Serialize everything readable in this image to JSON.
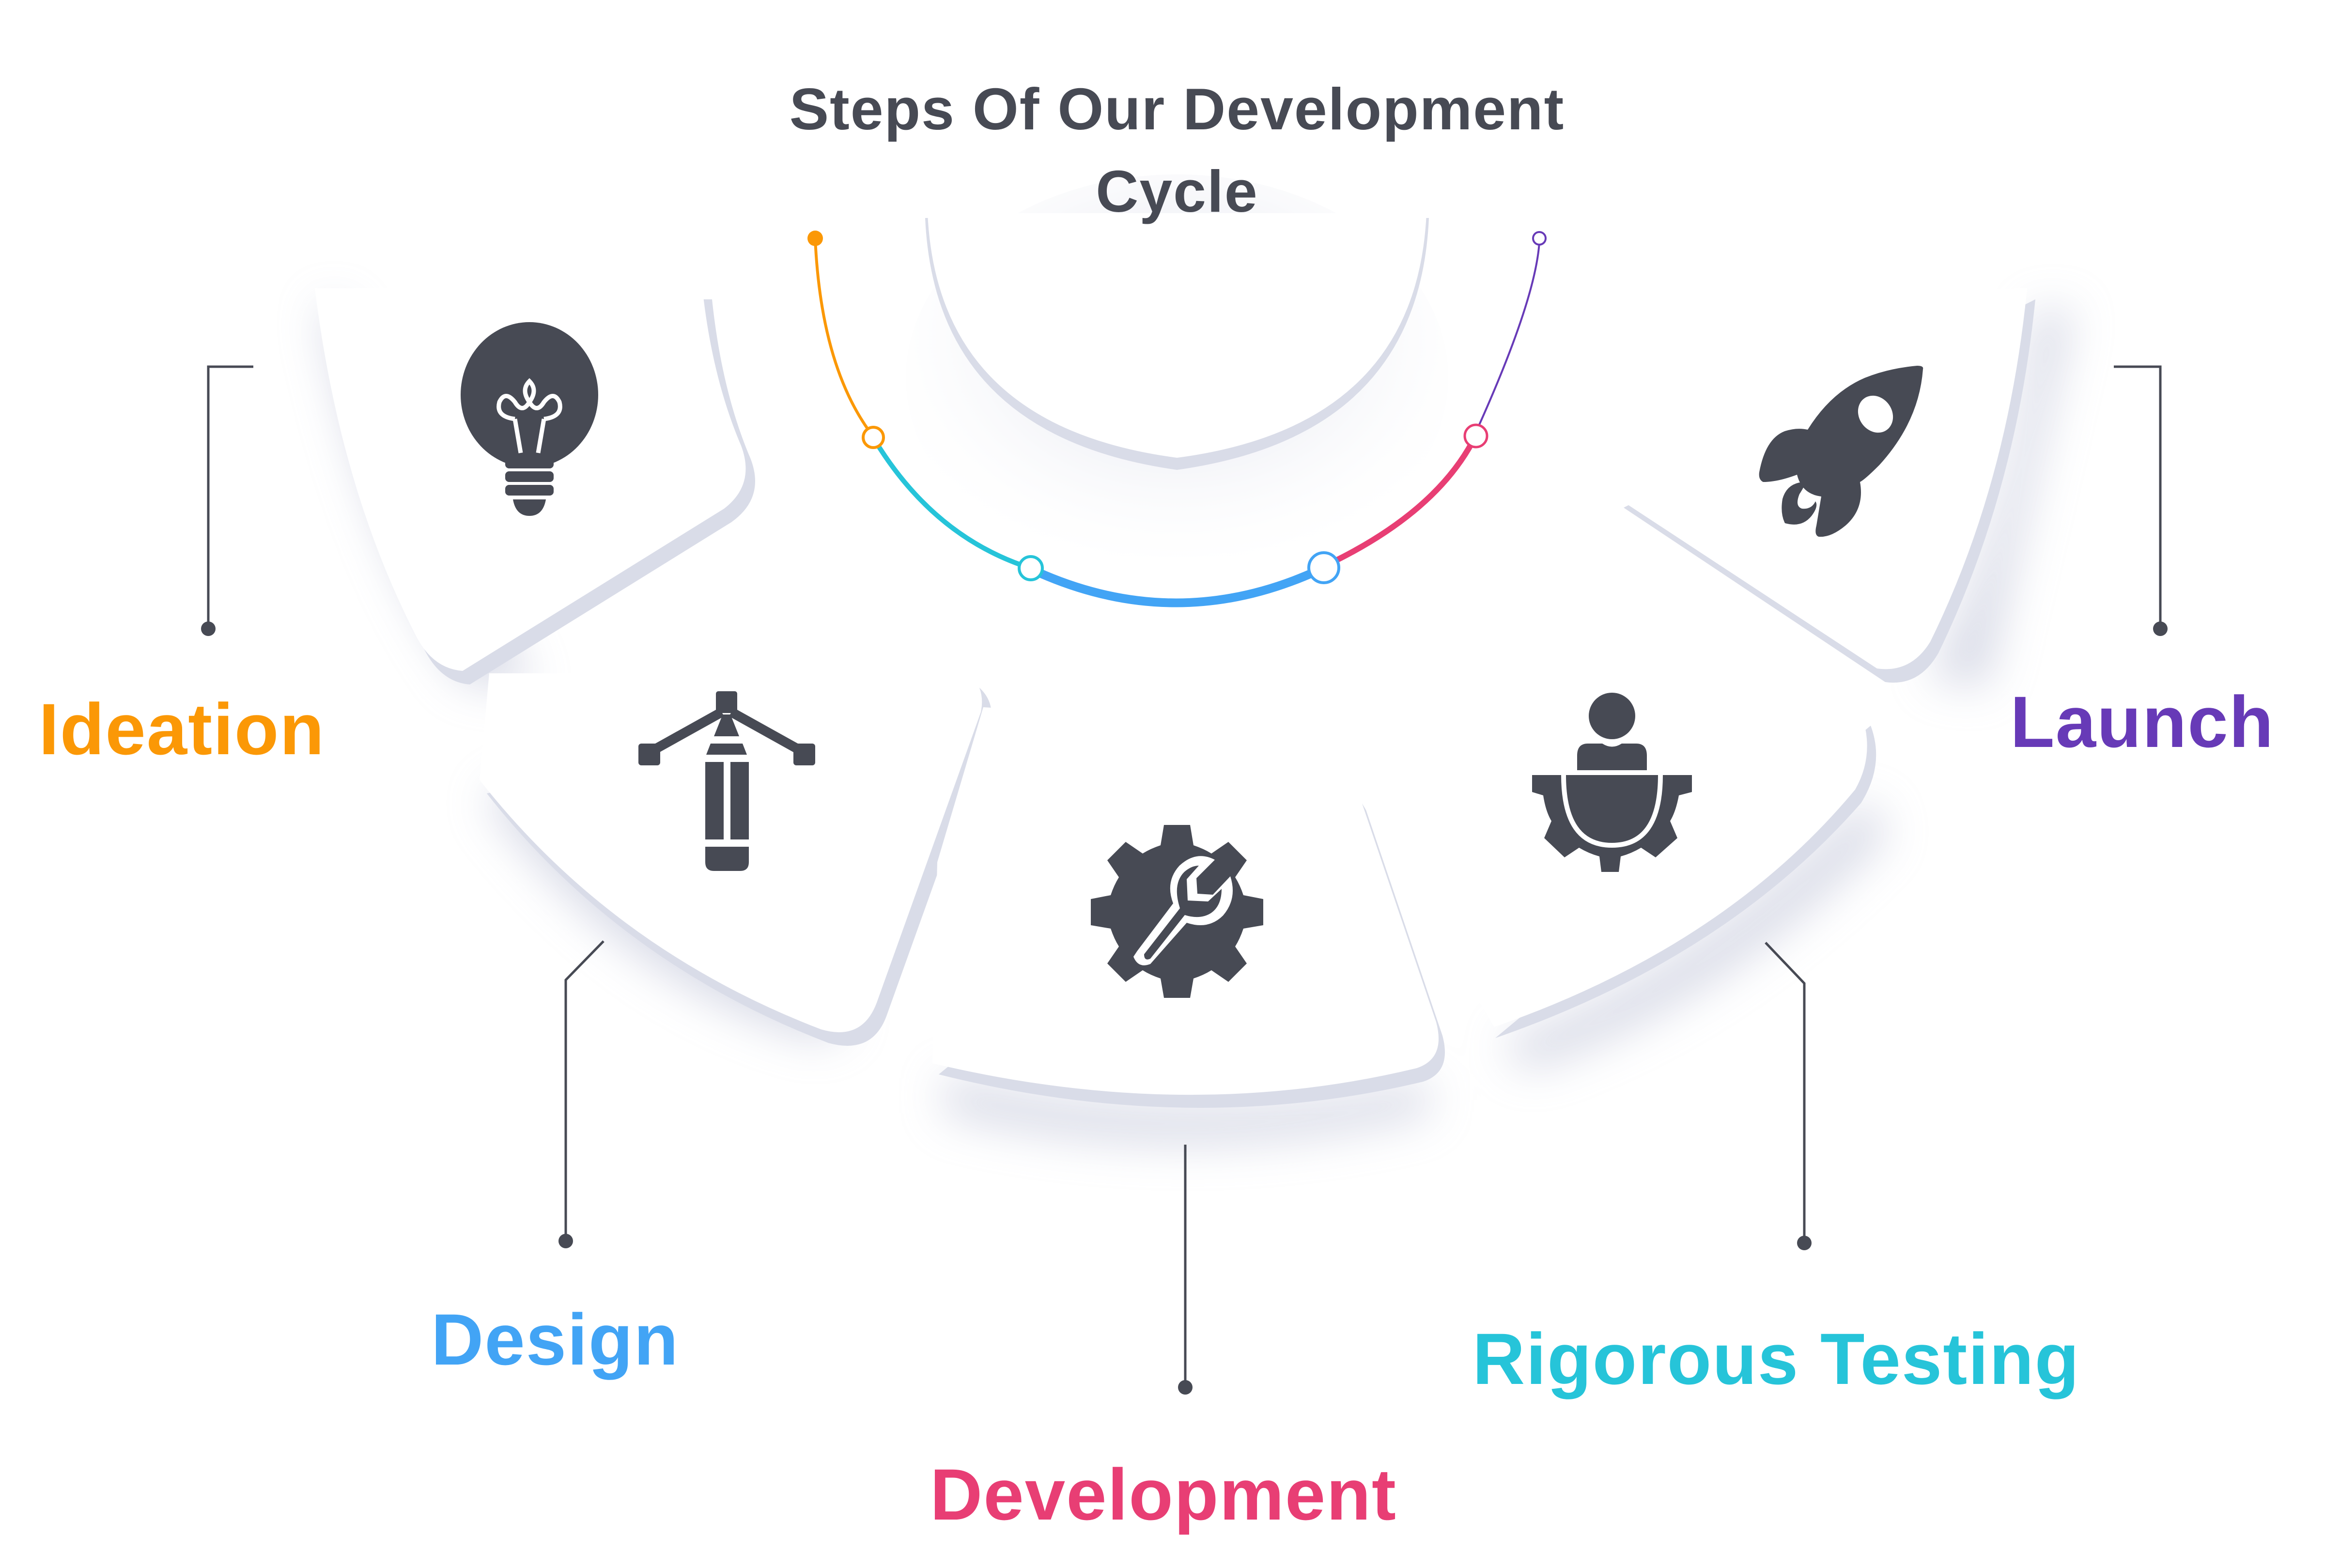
{
  "title": {
    "line1": "Steps Of Our Development",
    "line2": "Cycle"
  },
  "colors": {
    "icon": "#474a54",
    "connector": "#474a54",
    "card": "#ffffff",
    "card_edge": "#d9dce8",
    "ideation": "#fb9806",
    "design": "#42a4f5",
    "development": "#e83e74",
    "testing": "#26c4d9",
    "launch": "#673ab7"
  },
  "steps": [
    {
      "order": 1,
      "label": "Ideation",
      "icon": "lightbulb-icon",
      "color": "#fb9806"
    },
    {
      "order": 2,
      "label": "Design",
      "icon": "pen-tool-icon",
      "color": "#42a4f5"
    },
    {
      "order": 3,
      "label": "Development",
      "icon": "gear-wrench-icon",
      "color": "#e83e74"
    },
    {
      "order": 4,
      "label": "Rigorous Testing",
      "icon": "user-gear-icon",
      "color": "#26c4d9"
    },
    {
      "order": 5,
      "label": "Launch",
      "icon": "rocket-icon",
      "color": "#673ab7"
    }
  ],
  "progress_arc": {
    "segments": [
      {
        "step": "Ideation",
        "color": "#fb9806"
      },
      {
        "step": "Design",
        "color": "#26c4d9"
      },
      {
        "step": "Development",
        "color": "#42a4f5"
      },
      {
        "step": "Rigorous Testing",
        "color": "#e83e74"
      },
      {
        "step": "Launch",
        "color": "#673ab7"
      }
    ]
  }
}
